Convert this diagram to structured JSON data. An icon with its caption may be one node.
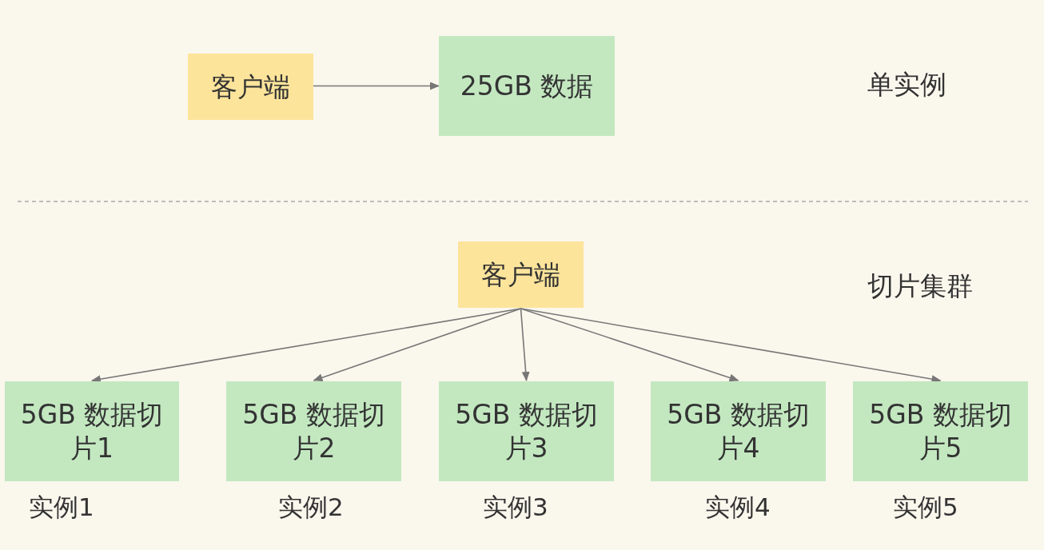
{
  "diagram": {
    "nodes": [
      {
        "text": [
          "客户端"
        ]
      },
      {
        "text": [
          "25GB 数据"
        ]
      },
      {
        "text": [
          "客户端"
        ]
      },
      {
        "text": [
          "5GB 数据切片1"
        ],
        "beside": [
          "实例1"
        ]
      },
      {
        "text": [
          "5GB 数据切片2"
        ],
        "beside": [
          "实例2"
        ]
      },
      {
        "text": [
          "5GB 数据切片3"
        ],
        "beside": [
          "实例3"
        ]
      },
      {
        "text": [
          "5GB 数据切片4"
        ],
        "beside": [
          "实例4"
        ]
      },
      {
        "text": [
          "5GB 数据切片5"
        ],
        "beside": [
          "实例5"
        ]
      }
    ],
    "edges": [
      {
        "from": 0,
        "to": 1,
        "arrow": "to"
      },
      {
        "from": 2,
        "to": 3,
        "arrow": "to"
      },
      {
        "from": 2,
        "to": 4,
        "arrow": "to"
      },
      {
        "from": 2,
        "to": 5,
        "arrow": "to"
      },
      {
        "from": 2,
        "to": 6,
        "arrow": "to"
      },
      {
        "from": 2,
        "to": 7,
        "arrow": "to"
      }
    ],
    "labels": [
      "单实例",
      "切片集群"
    ]
  }
}
